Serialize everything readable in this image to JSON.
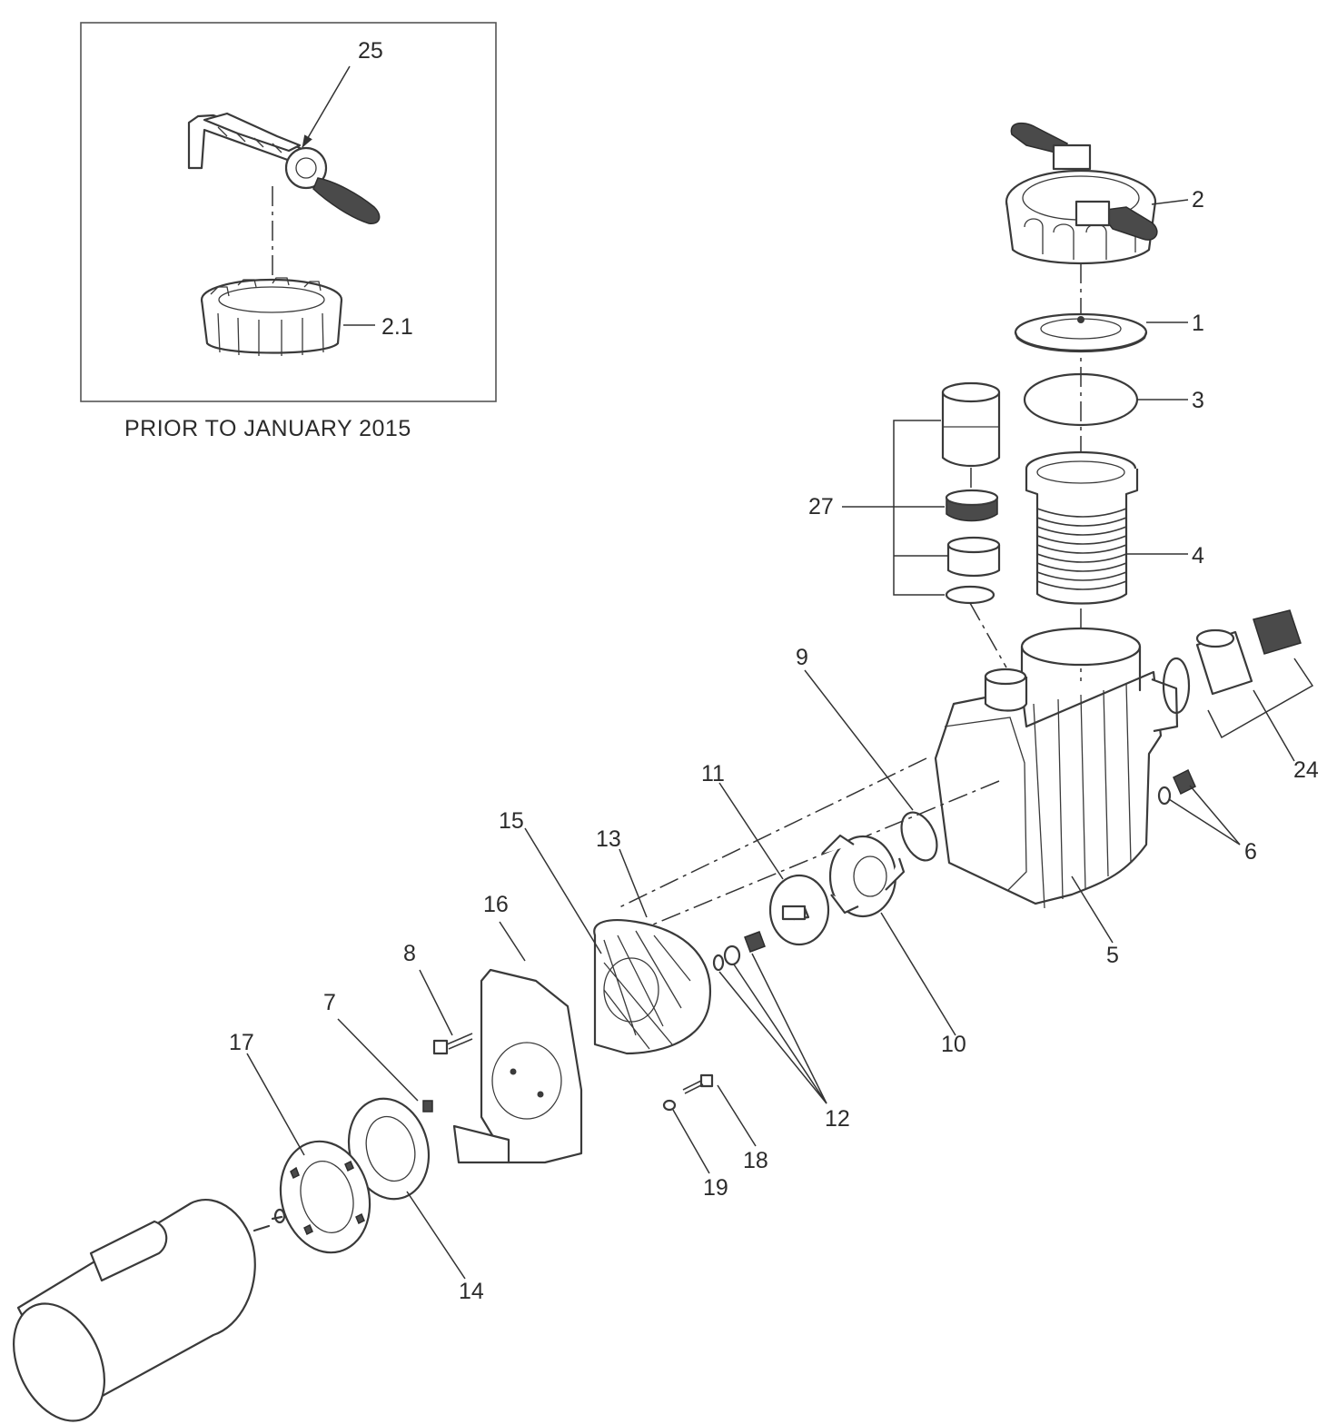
{
  "inset": {
    "caption": "PRIOR TO JANUARY 2015",
    "labels": [
      "25",
      "2.1"
    ]
  },
  "parts": [
    "1",
    "2",
    "3",
    "4",
    "5",
    "6",
    "7",
    "8",
    "9",
    "10",
    "11",
    "12",
    "13",
    "14",
    "15",
    "16",
    "17",
    "18",
    "19",
    "24",
    "27"
  ]
}
